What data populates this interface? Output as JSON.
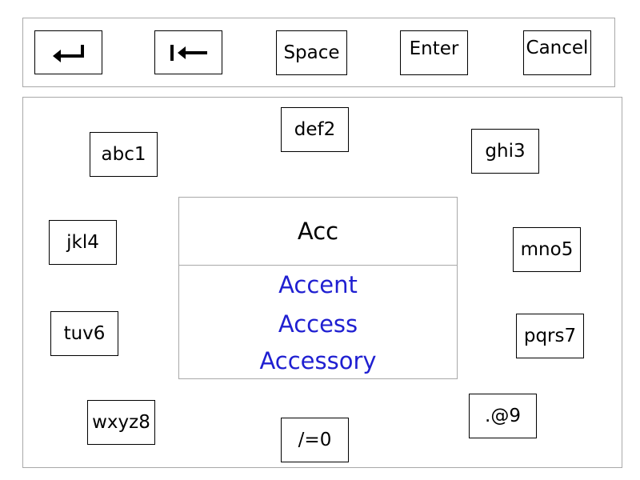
{
  "toolbar": {
    "newline_icon": "return-arrow-icon",
    "backspace_icon": "backspace-arrow-icon",
    "space_label": "Space",
    "enter_label": "Enter",
    "cancel_label": "Cancel"
  },
  "keys": {
    "k1": "abc1",
    "k2": "def2",
    "k3": "ghi3",
    "k4": "jkl4",
    "k5": "mno5",
    "k6": "tuv6",
    "k7": "pqrs7",
    "k8": "wxyz8",
    "k9": ".@9",
    "k0": "/=0"
  },
  "input": {
    "typed_text": "Acc"
  },
  "suggestions": [
    "Accent",
    "Access",
    "Accessory"
  ],
  "colors": {
    "suggestion_text": "#1f1fd1",
    "border_light": "#a9a9a9",
    "border_key": "#000000"
  }
}
